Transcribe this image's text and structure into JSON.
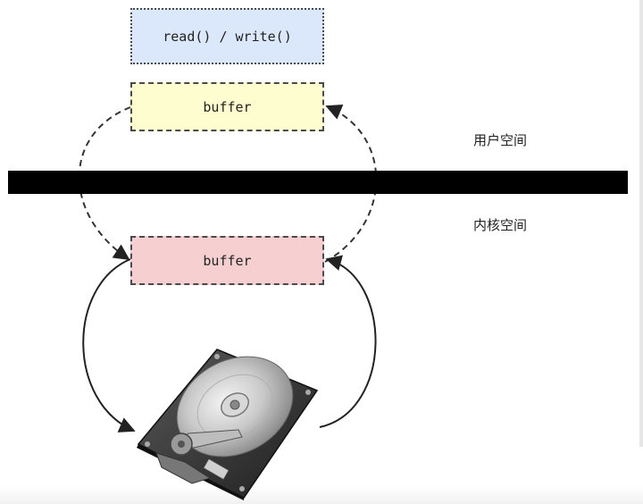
{
  "boxes": {
    "read_write": "read() / write()",
    "user_buffer": "buffer",
    "kernel_buffer": "buffer"
  },
  "labels": {
    "user_space": "用户空间",
    "kernel_space": "内核空间"
  },
  "colors": {
    "read_write_fill": "#dbe8fb",
    "user_buffer_fill": "#fdfdcf",
    "kernel_buffer_fill": "#f6cfd0",
    "divider": "#000000"
  },
  "icons": {
    "disk": "hard-disk-drive-icon"
  }
}
